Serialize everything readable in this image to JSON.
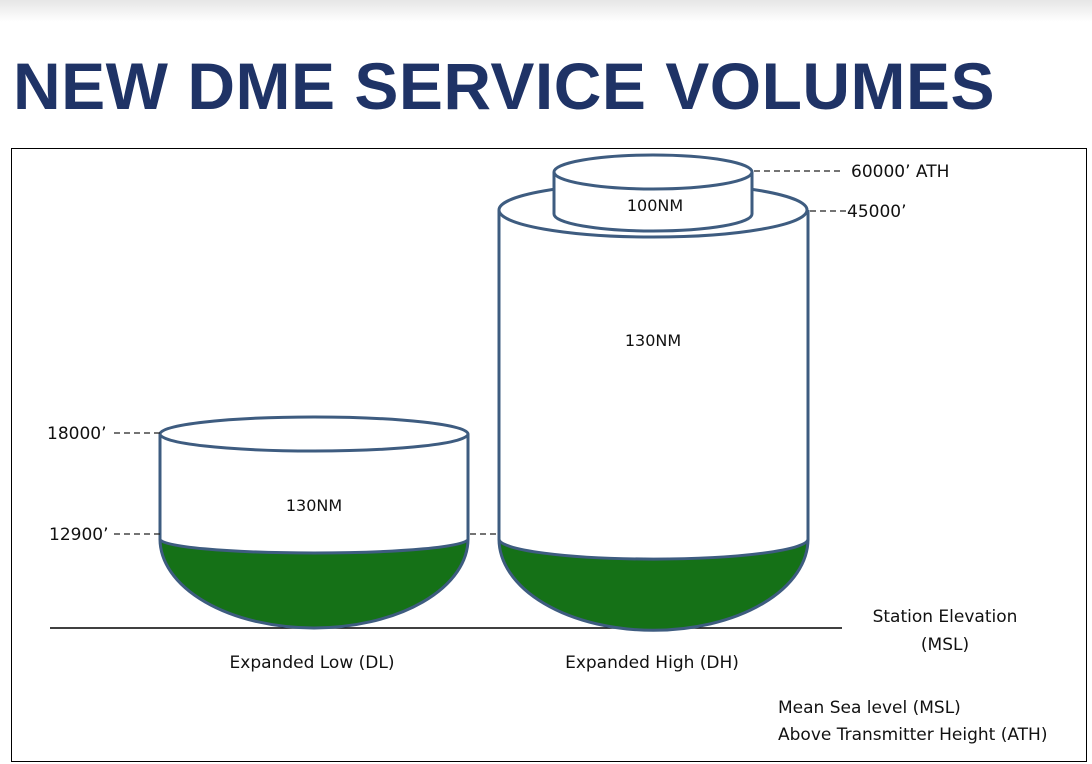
{
  "slide": {
    "title": "NEW DME SERVICE VOLUMES"
  },
  "diagram": {
    "expanded_low": {
      "caption": "Expanded Low (DL)",
      "radius_label": "130NM",
      "upper_altitude_label": "18000’",
      "lower_altitude_label": "12900’"
    },
    "expanded_high": {
      "caption": "Expanded High (DH)",
      "radius_label": "130NM",
      "top_radius_label": "100NM",
      "top_altitude_label": "60000’ ATH",
      "mid_altitude_label": "45000’"
    },
    "station_elevation": {
      "line1": "Station Elevation",
      "line2": "(MSL)"
    },
    "legend": {
      "msl": "Mean Sea level (MSL)",
      "ath": "Above Transmitter Height (ATH)"
    },
    "colors": {
      "coverage_fill": "#157117",
      "volume_outline": "#3e5c80",
      "title": "#1f3366"
    }
  }
}
